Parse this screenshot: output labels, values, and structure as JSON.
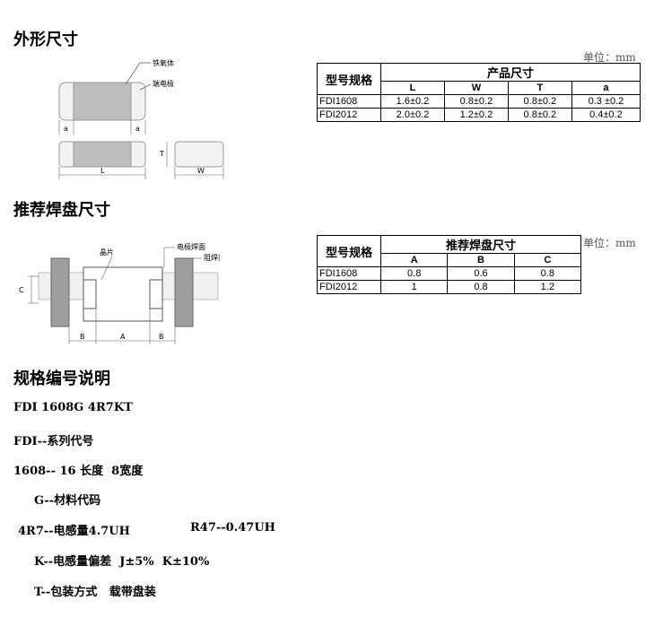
{
  "sections": {
    "outline_title": "外形尺寸",
    "pad_title": "推荐焊盘尺寸",
    "spec_title": "规格编号说明"
  },
  "outline_table": {
    "unit": "单位：mm",
    "model_header": "型号规格",
    "group_header": "产品尺寸",
    "columns": [
      "L",
      "W",
      "T",
      "a"
    ],
    "rows": [
      {
        "model": "FDI1608",
        "cells": [
          "1.6±0.2",
          "0.8±0.2",
          "0.8±0.2",
          "0.3 ±0.2"
        ]
      },
      {
        "model": "FDI2012",
        "cells": [
          "2.0±0.2",
          "1.2±0.2",
          "0.8±0.2",
          "0.4±0.2"
        ]
      }
    ]
  },
  "pad_table": {
    "unit": "单位：mm",
    "model_header": "型号规格",
    "group_header": "推荐焊盘尺寸",
    "columns": [
      "A",
      "B",
      "C"
    ],
    "rows": [
      {
        "model": "FDI1608",
        "cells": [
          "0.8",
          "0.6",
          "0.8"
        ]
      },
      {
        "model": "FDI2012",
        "cells": [
          "1",
          "0.8",
          "1.2"
        ]
      }
    ]
  },
  "outline_diagram": {
    "label_ferrite": "铁氧体",
    "label_electrode": "端电极",
    "label_a_left": "a",
    "label_a_right": "a",
    "label_L": "L",
    "label_T": "T",
    "label_W": "W"
  },
  "pad_diagram": {
    "label_chip": "晶片",
    "label_pad": "电极焊面",
    "label_resist": "阻焊剂",
    "label_C": "C",
    "label_B_left": "B",
    "label_A": "A",
    "label_B_right": "B"
  },
  "spec_lines": [
    "FDI 1608G 4R7KT",
    "FDI--系列代号",
    "1608-- 16 长度  8宽度",
    "G--材料代码",
    "4R7--电感量4.7UH",
    "R47--0.47UH",
    "K--电感量偏差  J±5%  K±10%",
    "T--包装方式   载带盘装"
  ]
}
